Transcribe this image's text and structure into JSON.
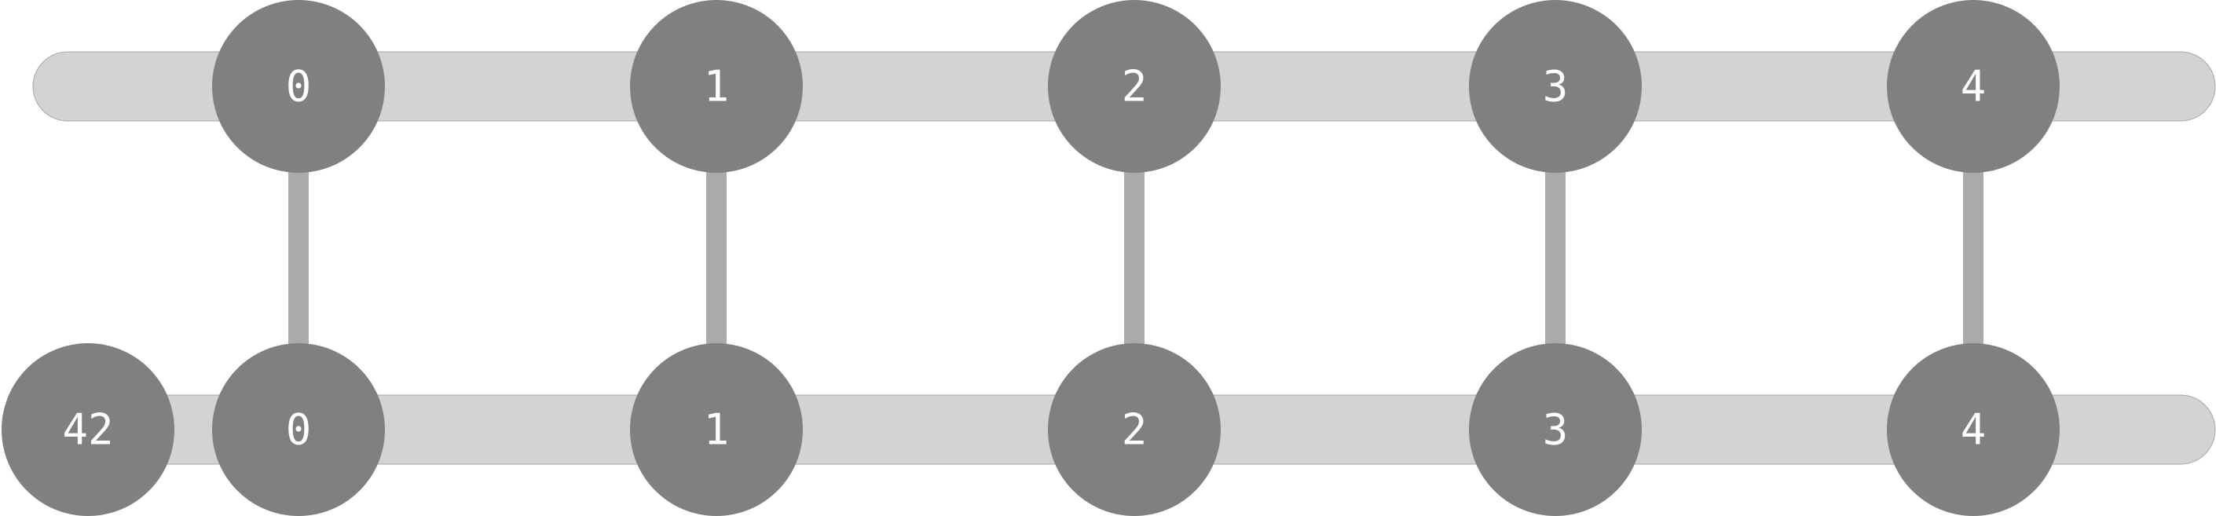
{
  "colors": {
    "track_fill": "#d3d3d3",
    "track_stroke": "#a8a8a8",
    "connector": "#aaaaaa",
    "node_fill": "#808080",
    "label": "#ffffff"
  },
  "rows": [
    {
      "id": "top",
      "nodes": [
        {
          "id": "top-0",
          "label": "0"
        },
        {
          "id": "top-1",
          "label": "1"
        },
        {
          "id": "top-2",
          "label": "2"
        },
        {
          "id": "top-3",
          "label": "3"
        },
        {
          "id": "top-4",
          "label": "4"
        }
      ]
    },
    {
      "id": "bottom",
      "nodes": [
        {
          "id": "bottom-42",
          "label": "42"
        },
        {
          "id": "bottom-0",
          "label": "0"
        },
        {
          "id": "bottom-1",
          "label": "1"
        },
        {
          "id": "bottom-2",
          "label": "2"
        },
        {
          "id": "bottom-3",
          "label": "3"
        },
        {
          "id": "bottom-4",
          "label": "4"
        }
      ]
    }
  ],
  "edges": [
    {
      "from": "top-0",
      "to": "bottom-0"
    },
    {
      "from": "top-1",
      "to": "bottom-1"
    },
    {
      "from": "top-2",
      "to": "bottom-2"
    },
    {
      "from": "top-3",
      "to": "bottom-3"
    },
    {
      "from": "top-4",
      "to": "bottom-4"
    }
  ]
}
